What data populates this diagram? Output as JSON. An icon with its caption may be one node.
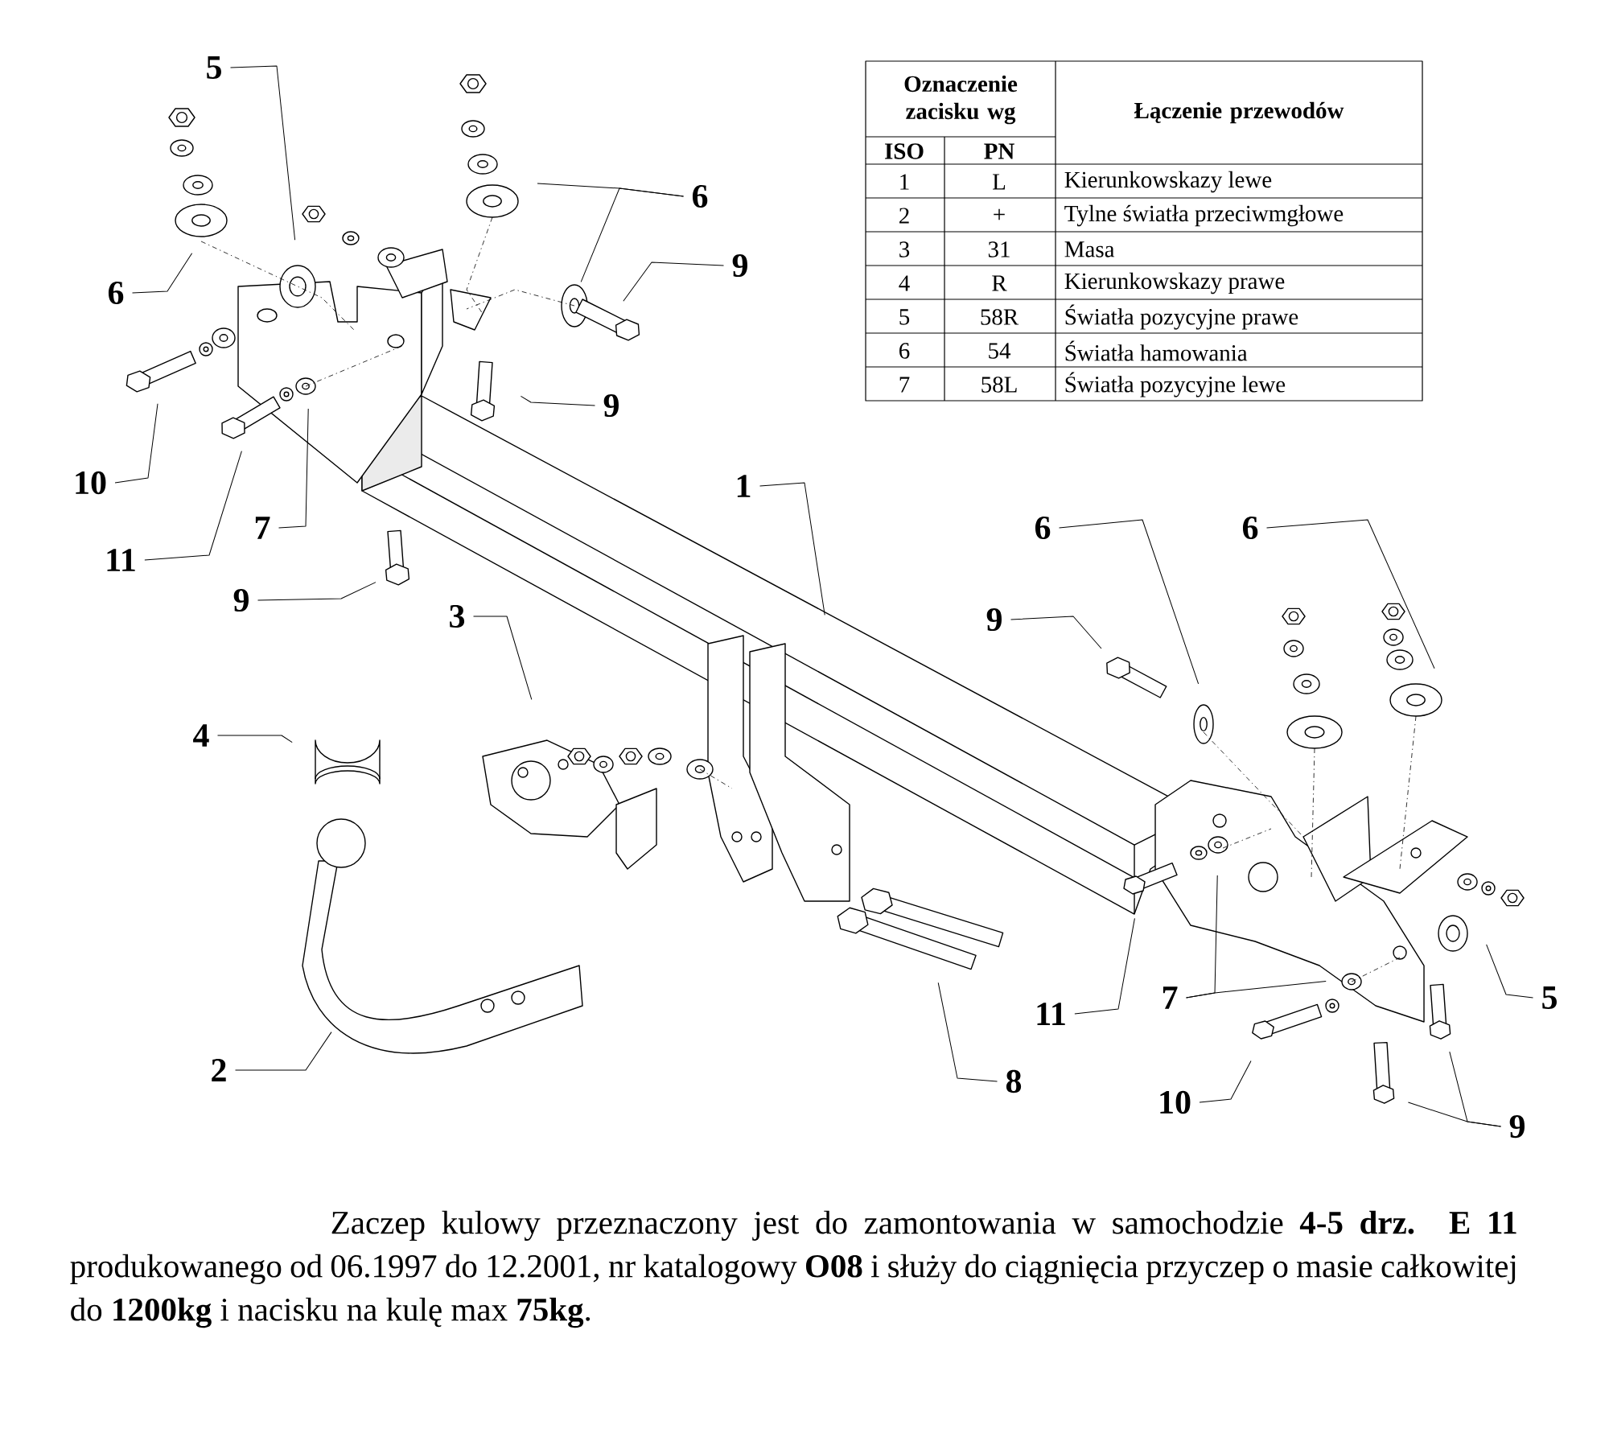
{
  "diagram": {
    "caption": "Zaczep kulowy przeznaczony jest do zamontowania w samochodzie **4-5 drz. E 11** produkowanego od 06.1997 do 12.2001, nr katalogowy **O08** i służy do ciągnięcia przyczep o masie całkowitej do **1200kg** i nacisku na kulę max **75kg**.",
    "nodes": [
      {
        "text": [
          "5"
        ]
      },
      {
        "text": [
          "6"
        ]
      },
      {
        "text": [
          "9"
        ]
      },
      {
        "text": [
          "6"
        ]
      },
      {
        "text": [
          "9"
        ]
      },
      {
        "text": [
          "1"
        ]
      },
      {
        "text": [
          "10"
        ]
      },
      {
        "text": [
          "7"
        ]
      },
      {
        "text": [
          "11"
        ]
      },
      {
        "text": [
          "6"
        ]
      },
      {
        "text": [
          "6"
        ]
      },
      {
        "text": [
          "9"
        ]
      },
      {
        "text": [
          "3"
        ]
      },
      {
        "text": [
          "9"
        ]
      },
      {
        "text": [
          "4"
        ]
      },
      {
        "text": [
          "11"
        ]
      },
      {
        "text": [
          "7"
        ]
      },
      {
        "text": [
          "5"
        ]
      },
      {
        "text": [
          "2"
        ]
      },
      {
        "text": [
          "8"
        ]
      },
      {
        "text": [
          "10"
        ]
      },
      {
        "text": [
          "9"
        ]
      }
    ],
    "edges": [
      {
        "from": 0,
        "to": null,
        "arrow": "none"
      },
      {
        "from": 1,
        "to": null,
        "arrow": "none"
      },
      {
        "from": 1,
        "to": null,
        "arrow": "none"
      },
      {
        "from": 2,
        "to": null,
        "arrow": "none"
      },
      {
        "from": 3,
        "to": null,
        "arrow": "none"
      },
      {
        "from": 4,
        "to": null,
        "arrow": "none"
      },
      {
        "from": 5,
        "to": null,
        "arrow": "none"
      },
      {
        "from": 6,
        "to": null,
        "arrow": "none"
      },
      {
        "from": 7,
        "to": null,
        "arrow": "none"
      },
      {
        "from": 8,
        "to": null,
        "arrow": "none"
      },
      {
        "from": 9,
        "to": null,
        "arrow": "none"
      },
      {
        "from": 10,
        "to": null,
        "arrow": "none"
      },
      {
        "from": 11,
        "to": null,
        "arrow": "none"
      },
      {
        "from": 12,
        "to": null,
        "arrow": "none"
      },
      {
        "from": 13,
        "to": null,
        "arrow": "none"
      },
      {
        "from": 14,
        "to": null,
        "arrow": "none"
      },
      {
        "from": 15,
        "to": null,
        "arrow": "none"
      },
      {
        "from": 16,
        "to": null,
        "arrow": "none"
      },
      {
        "from": 16,
        "to": null,
        "arrow": "none"
      },
      {
        "from": 17,
        "to": null,
        "arrow": "none"
      },
      {
        "from": 18,
        "to": null,
        "arrow": "none"
      },
      {
        "from": 19,
        "to": null,
        "arrow": "none"
      },
      {
        "from": 20,
        "to": null,
        "arrow": "none"
      },
      {
        "from": 21,
        "to": null,
        "arrow": "none"
      },
      {
        "from": 21,
        "to": null,
        "arrow": "none"
      }
    ],
    "labels": [
      "Oznaczenie zacisku wg",
      "Łączenie przewodów",
      "ISO",
      "PN",
      "1",
      "L",
      "Kierunkowskazy lewe",
      "2",
      "+",
      "Tylne światła przeciwmgłowe",
      "3",
      "31",
      "Masa",
      "4",
      "R",
      "Kierunkowskazy prawe",
      "5",
      "58R",
      "Światła pozycyjne prawe",
      "6",
      "54",
      "Światła hamowania",
      "7",
      "58L",
      "Światła pozycyjne lewe"
    ]
  }
}
